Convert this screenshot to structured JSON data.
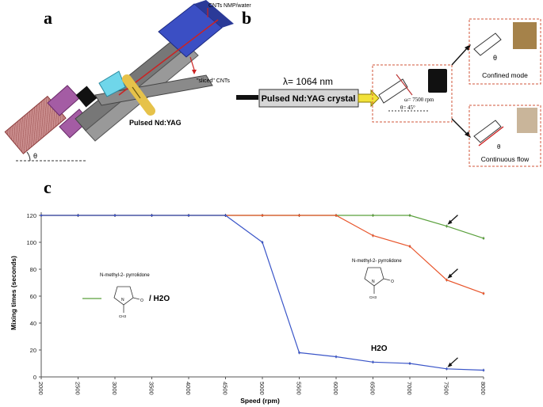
{
  "panels": {
    "a": {
      "letter": "a",
      "labels": {
        "cnts_in": "CNTs NMP/water",
        "sliced": "\"sliced\" CNTs",
        "laser": "Pulsed Nd:YAG",
        "angle": "θ"
      }
    },
    "b": {
      "letter": "b",
      "wavelength": "λ= 1064 nm",
      "crystal": "Pulsed Nd:YAG crystal",
      "speed": "ω= 7500 rpm",
      "angle": "θ= 45°",
      "confined": "Confined mode",
      "continuous": "Continuous flow",
      "theta": "θ"
    },
    "c": {
      "letter": "c",
      "nmp_label": "N-methyl-2- pyrrolidone",
      "mix_legend_label": "N-methyl-2- pyrrolidone",
      "mix_suffix": "/ H2O",
      "methyl": "CH3",
      "oxygen": "O",
      "nitrogen": "N"
    }
  },
  "chart_data": {
    "type": "line",
    "xlabel": "Speed (rpm)",
    "ylabel": "Mixing times (seconds)",
    "xlim": [
      2000,
      8000
    ],
    "ylim": [
      0,
      120
    ],
    "xticks": [
      "2000",
      "2500",
      "3000",
      "3500",
      "4000",
      "4500",
      "5000",
      "5500",
      "6000",
      "6500",
      "7000",
      "7500",
      "8000"
    ],
    "yticks": [
      "0",
      "20",
      "40",
      "60",
      "80",
      "100",
      "120"
    ],
    "x": [
      2000,
      2500,
      3000,
      3500,
      4000,
      4500,
      5000,
      5500,
      6000,
      6500,
      7000,
      7500,
      8000
    ],
    "series": [
      {
        "name": "N-methyl-2- pyrrolidone / H2O",
        "color": "#5aa03c",
        "values": [
          120,
          120,
          120,
          120,
          120,
          120,
          120,
          120,
          120,
          120,
          120,
          112,
          103
        ]
      },
      {
        "name": "N-methyl-2- pyrrolidone",
        "color": "#e8542a",
        "values": [
          120,
          120,
          120,
          120,
          120,
          120,
          120,
          120,
          120,
          105,
          97,
          72,
          62
        ]
      },
      {
        "name": "H2O",
        "color": "#3a55c8",
        "values": [
          120,
          120,
          120,
          120,
          120,
          120,
          100,
          18,
          15,
          11,
          10,
          6,
          5
        ]
      }
    ],
    "annotations": {
      "h2o_label": "H2O",
      "arrows_at": [
        [
          7500,
          112
        ],
        [
          7500,
          72
        ],
        [
          7500,
          6
        ]
      ]
    },
    "grid": false
  }
}
